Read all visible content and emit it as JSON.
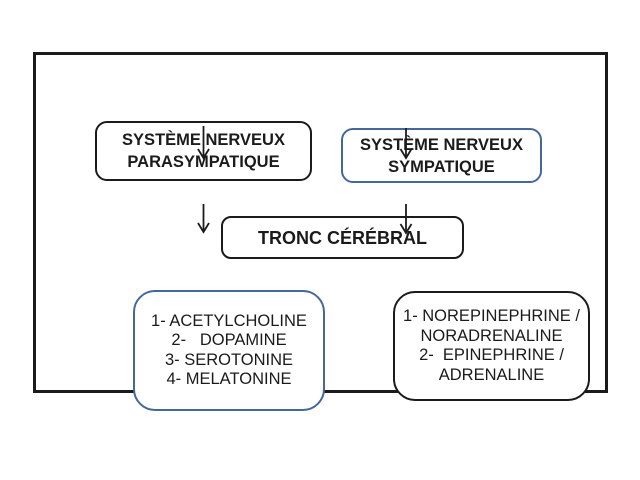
{
  "colors": {
    "ink": "#1b1b1b",
    "accent_blue": "#44689B",
    "background": "#ffffff"
  },
  "diagram": {
    "nodes": {
      "parasympathique": {
        "lines": [
          "SYSTÈME NERVEUX",
          "PARASYMPATIQUE"
        ]
      },
      "sympathique": {
        "lines": [
          "SYSTÈME NERVEUX",
          "SYMPATIQUE"
        ]
      },
      "tronc_cerebral": {
        "label": "TRONC CÉRÉBRAL"
      },
      "parasympathique_neurotransmetteurs": {
        "lines": [
          "1- ACETYLCHOLINE",
          "2-   DOPAMINE",
          "3- SEROTONINE",
          "4- MELATONINE"
        ]
      },
      "sympathique_neurotransmetteurs": {
        "lines": [
          "1- NOREPINEPHRINE /",
          "NORADRENALINE",
          "2-  EPINEPHRINE /",
          "ADRENALINE"
        ]
      }
    },
    "arrows": [
      {
        "name": "parasympathique-to-tronc"
      },
      {
        "name": "sympathique-to-tronc"
      },
      {
        "name": "tronc-to-parasympathique-neurotransmetteurs"
      },
      {
        "name": "tronc-to-sympathique-neurotransmetteurs"
      }
    ]
  }
}
